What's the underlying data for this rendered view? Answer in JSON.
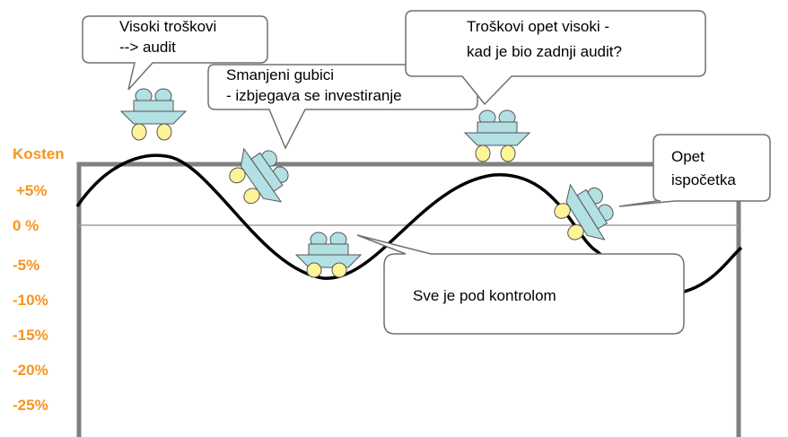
{
  "axis": {
    "title": "Kosten",
    "ticks": [
      "+5%",
      "0 %",
      "-5%",
      "-10%",
      "-15%",
      "-20%",
      "-25%"
    ]
  },
  "bubbles": {
    "b1": "Visoki troškovi\n--> audit",
    "b2": "Smanjeni gubici\n- izbjegava se investiranje",
    "b3": "Troškovi opet visoki -\nkad je bio zadnji audit?",
    "b4": "Opet\nispočetka",
    "b5": "Sve je pod kontrolom"
  },
  "colors": {
    "axis_text": "#f7941d",
    "cart_fill": "#b3e0e2",
    "wheel_fill": "#fdf498",
    "frame": "#808080"
  },
  "icons": [
    "cart-icon"
  ]
}
